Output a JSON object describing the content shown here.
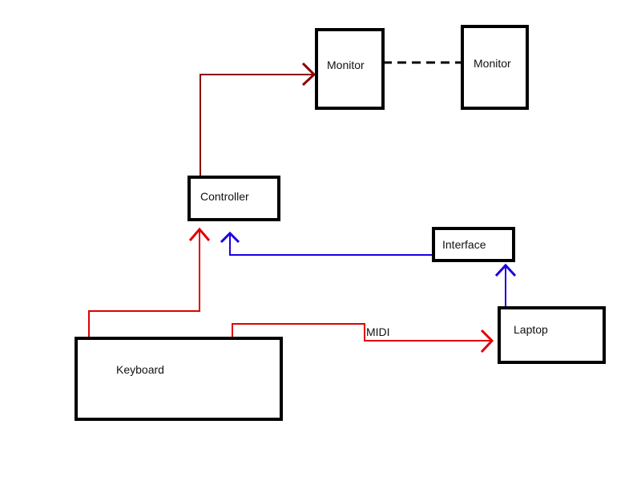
{
  "diagram": {
    "nodes": {
      "monitor_1": {
        "label": "Monitor"
      },
      "monitor_2": {
        "label": "Monitor"
      },
      "controller": {
        "label": "Controller"
      },
      "interface": {
        "label": "Interface"
      },
      "laptop": {
        "label": "Laptop"
      },
      "keyboard": {
        "label": "Keyboard"
      }
    },
    "edges": [
      {
        "from": "controller",
        "to": "monitor_1",
        "color": "#8b0000",
        "style": "solid",
        "arrow": true
      },
      {
        "from": "monitor_1",
        "to": "monitor_2",
        "color": "#000000",
        "style": "dashed",
        "arrow": false
      },
      {
        "from": "keyboard",
        "to": "controller",
        "color": "#e00000",
        "style": "solid",
        "arrow": true
      },
      {
        "from": "interface",
        "to": "controller",
        "color": "#1a00e0",
        "style": "solid",
        "arrow": true
      },
      {
        "from": "laptop",
        "to": "interface",
        "color": "#1a00e0",
        "style": "solid",
        "arrow": true
      },
      {
        "from": "keyboard",
        "to": "laptop",
        "color": "#e00000",
        "style": "solid",
        "arrow": true,
        "label": "MIDI"
      }
    ]
  }
}
